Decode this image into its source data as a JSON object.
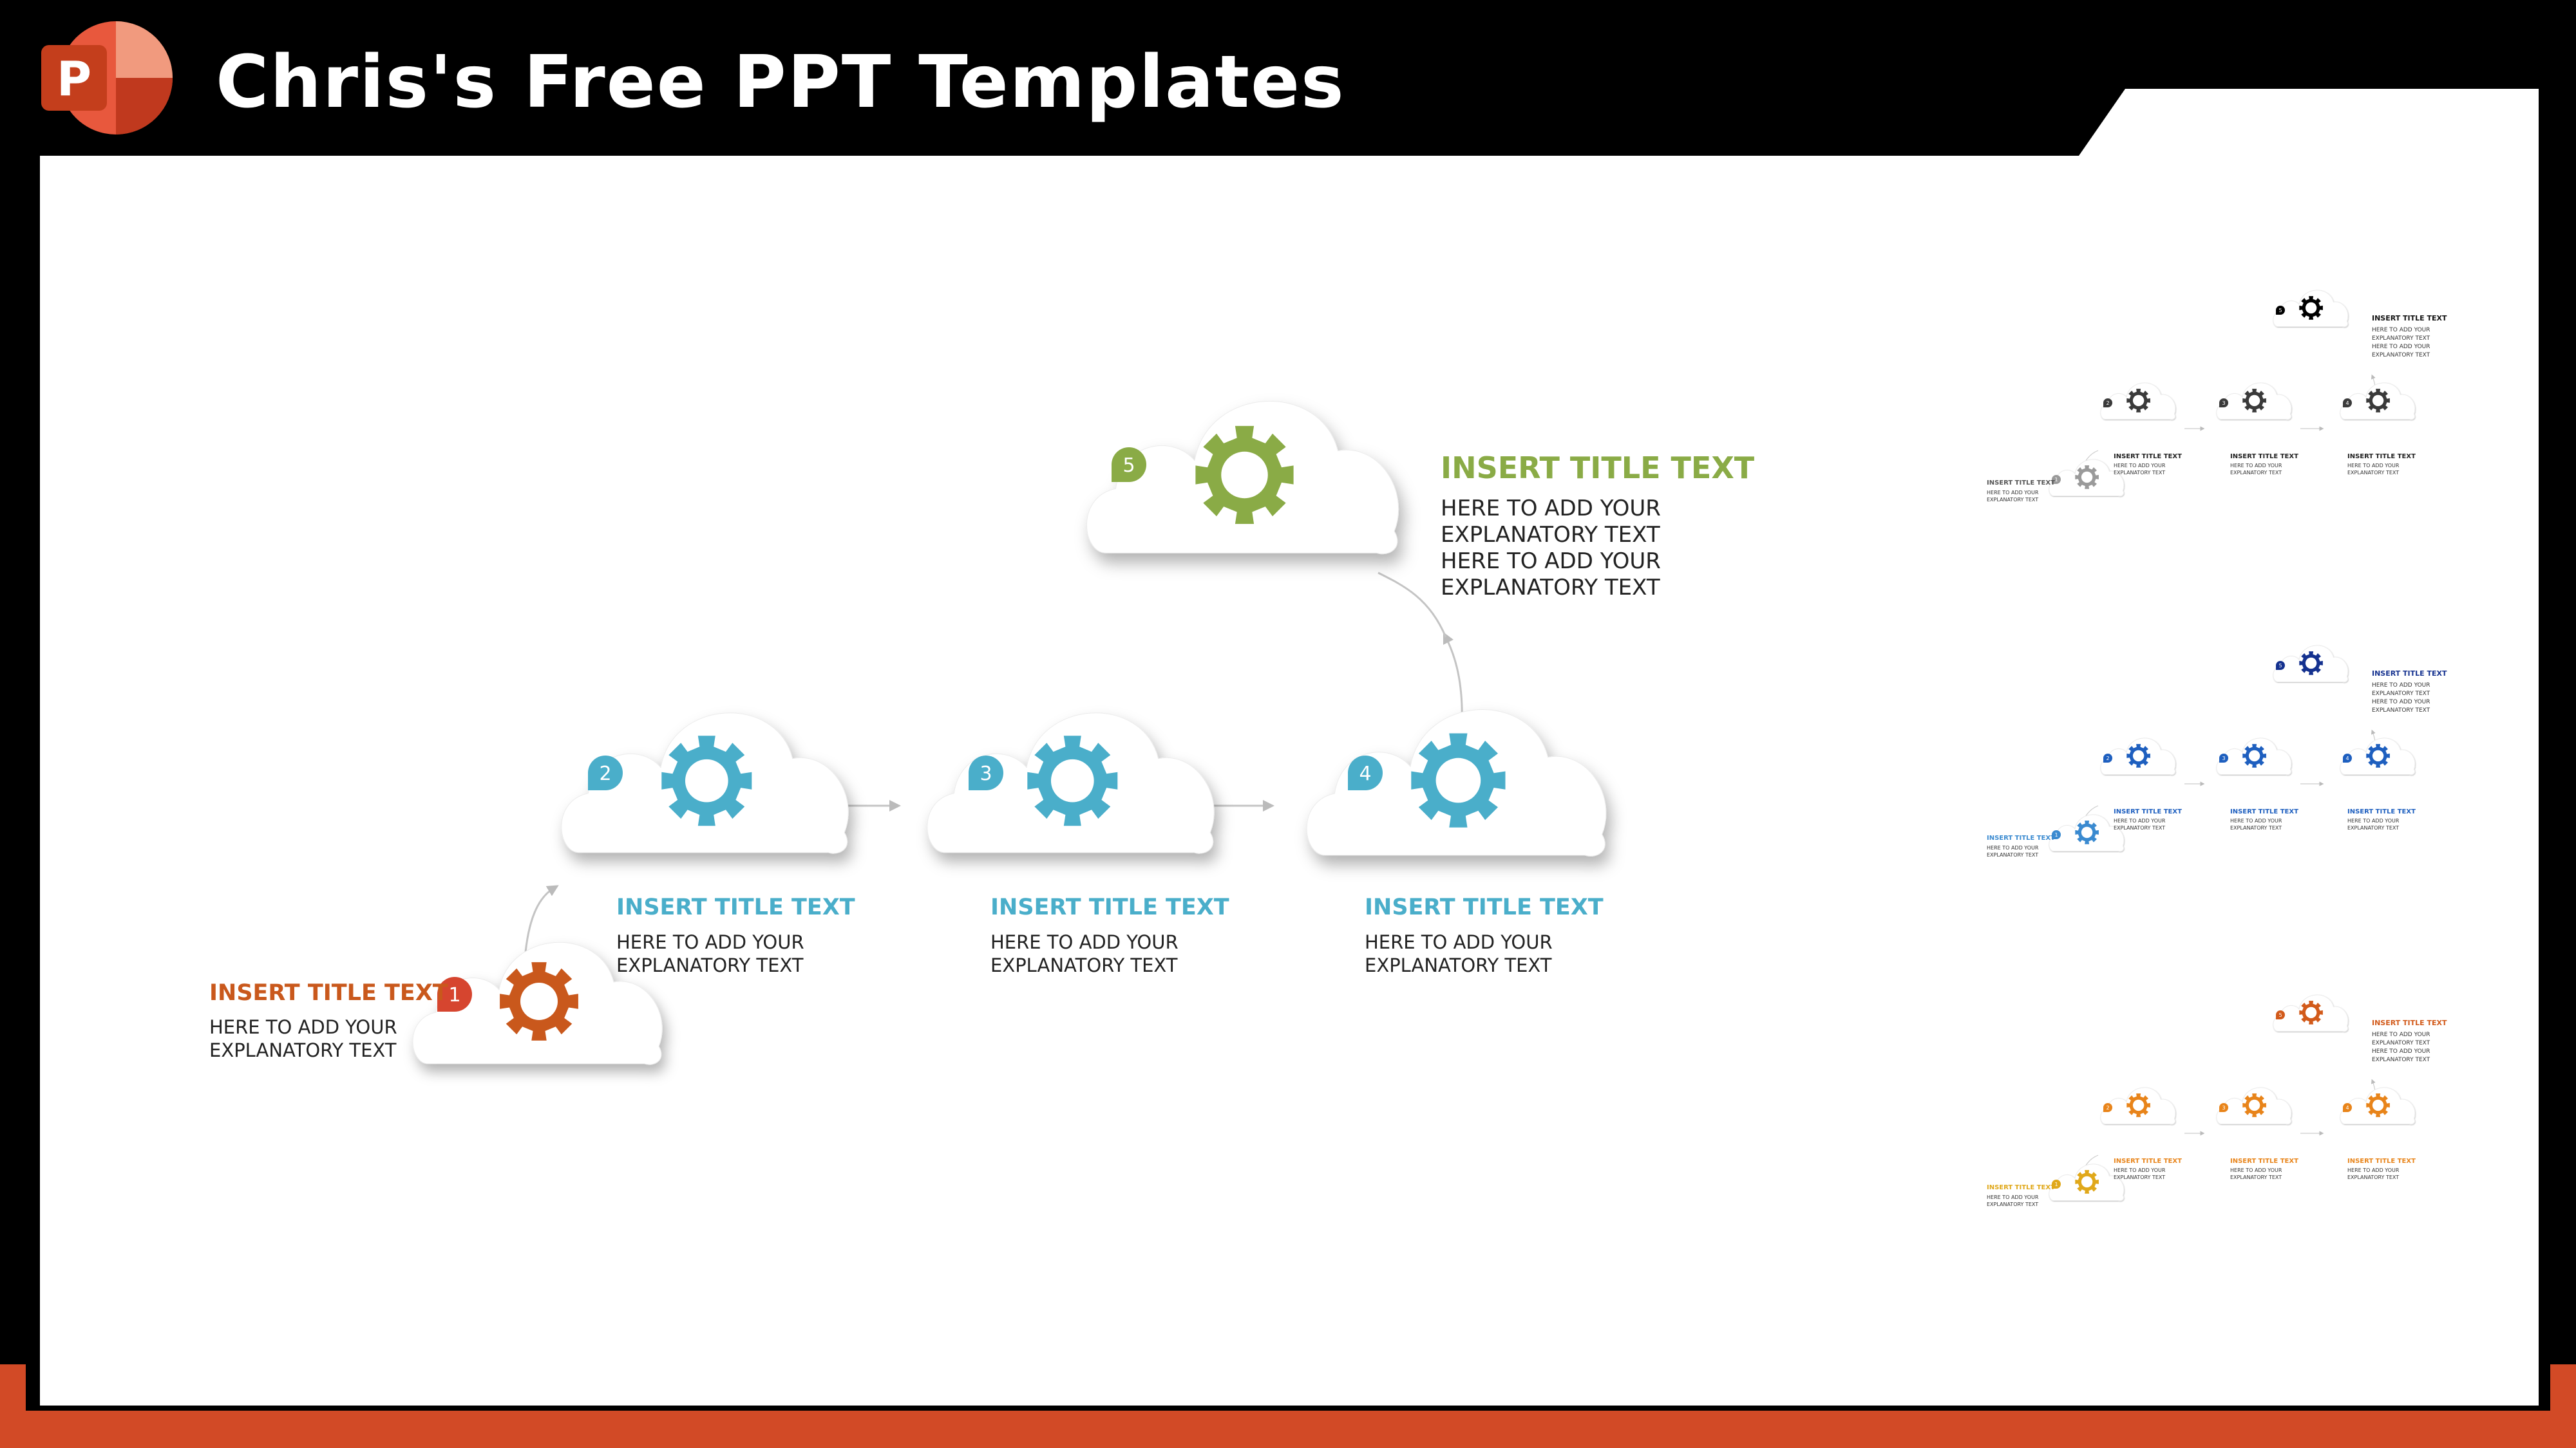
{
  "brand": {
    "title": "Chris's Free PPT Templates",
    "logo_letter": "P",
    "logo_icon": "powerpoint-icon"
  },
  "colors": {
    "orange": "#c9581c",
    "teal": "#4aaeca",
    "green": "#8aab46",
    "red_badge": "#d6452f",
    "mini_black": "#1a1a1a",
    "mini_blue": "#1a4aa5",
    "mini_orange": "#e08a1a"
  },
  "diagram": {
    "steps": [
      {
        "number": "1",
        "title": "INSERT TITLE TEXT",
        "line1": "HERE TO ADD YOUR",
        "line2": "EXPLANATORY TEXT"
      },
      {
        "number": "2",
        "title": "INSERT TITLE TEXT",
        "line1": "HERE TO ADD YOUR",
        "line2": "EXPLANATORY TEXT"
      },
      {
        "number": "3",
        "title": "INSERT TITLE TEXT",
        "line1": "HERE TO ADD YOUR",
        "line2": "EXPLANATORY TEXT"
      },
      {
        "number": "4",
        "title": "INSERT TITLE TEXT",
        "line1": "HERE TO ADD YOUR",
        "line2": "EXPLANATORY TEXT"
      },
      {
        "number": "5",
        "title": "INSERT TITLE TEXT",
        "line1": "HERE TO ADD YOUR",
        "line2": "EXPLANATORY TEXT",
        "line3": "HERE TO ADD YOUR",
        "line4": "EXPLANATORY TEXT"
      }
    ]
  },
  "variants": [
    {
      "theme": "black",
      "numbers": [
        "1",
        "2",
        "3",
        "4",
        "5"
      ]
    },
    {
      "theme": "blue",
      "numbers": [
        "1",
        "2",
        "3",
        "4",
        "5"
      ]
    },
    {
      "theme": "orange",
      "numbers": [
        "1",
        "2",
        "3",
        "4",
        "5"
      ]
    }
  ],
  "mini_labels": {
    "title": "INSERT TITLE TEXT",
    "line1": "HERE TO ADD YOUR",
    "line2": "EXPLANATORY TEXT",
    "line3": "HERE TO ADD YOUR",
    "line4": "EXPLANATORY TEXT"
  }
}
